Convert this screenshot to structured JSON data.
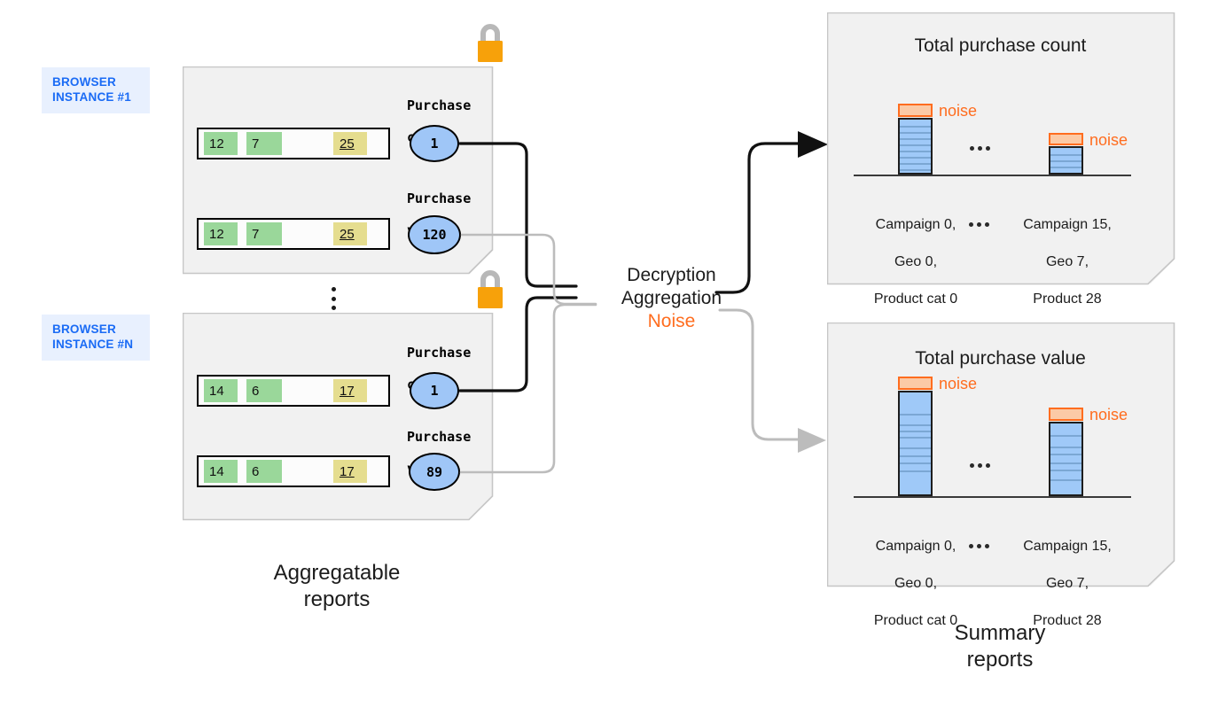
{
  "diagram": {
    "title_hidden": "",
    "left_caption": "Aggregatable\nreports",
    "right_caption": "Summary\nreports",
    "process": {
      "line1": "Decryption",
      "line2": "Aggregation",
      "line3": "Noise",
      "noise_color": "#ff6d1f"
    },
    "ellipsis": "⋮"
  },
  "browser_instances": [
    {
      "badge": "BROWSER\nINSTANCE #1",
      "badge_line1": "BROWSER",
      "badge_line2": "INSTANCE #1",
      "lock": "lock-icon",
      "reports": [
        {
          "metric_label_line1": "Purchase",
          "metric_label_line2": "count",
          "metric_label": "Purchase\ncount",
          "chips": [
            "12",
            "7",
            "25"
          ],
          "value": "1"
        },
        {
          "metric_label_line1": "Purchase",
          "metric_label_line2": "value",
          "metric_label": "Purchase\nvalue",
          "chips": [
            "12",
            "7",
            "25"
          ],
          "value": "120"
        }
      ]
    },
    {
      "badge": "BROWSER\nINSTANCE #N",
      "badge_line1": "BROWSER",
      "badge_line2": "INSTANCE #N",
      "lock": "lock-icon",
      "reports": [
        {
          "metric_label_line1": "Purchase",
          "metric_label_line2": "count",
          "metric_label": "Purchase\ncount",
          "chips": [
            "14",
            "6",
            "17"
          ],
          "value": "1"
        },
        {
          "metric_label_line1": "Purchase",
          "metric_label_line2": "value",
          "metric_label": "Purchase\nvalue",
          "chips": [
            "14",
            "6",
            "17"
          ],
          "value": "89"
        }
      ]
    }
  ],
  "colors": {
    "panel_bg": "#f1f1f1",
    "panel_border": "#cfcfcf",
    "chip_green": "#9ad79a",
    "chip_yellow": "#e5dd8f",
    "bubble_blue": "#9fc6f7",
    "bar_blue": "#9fc9f8",
    "noise_orange": "#ff6d1f",
    "noise_fill": "#fbcaa6",
    "lock_body": "#f7a10a",
    "lock_shackle": "#b8b8b8",
    "badge_bg": "#e8f0fe",
    "badge_text": "#1a6bf5"
  },
  "chart_data": [
    {
      "type": "bar",
      "title": "Total purchase count",
      "categories": [
        "Campaign 0,\nGeo 0,\nProduct cat 0",
        "Campaign 15,\nGeo 7,\nProduct 28"
      ],
      "category_lines": [
        [
          "Campaign 0,",
          "Geo 0,",
          "Product cat 0"
        ],
        [
          "Campaign 15,",
          "Geo 7,",
          "Product 28"
        ]
      ],
      "values": [
        10,
        6
      ],
      "noise": [
        1,
        1
      ],
      "segments": [
        10,
        6
      ],
      "noise_label": "noise",
      "ellipsis": "...",
      "xlabel": "",
      "ylabel": "",
      "ylim": [
        0,
        12
      ],
      "grid": false,
      "legend": "none"
    },
    {
      "type": "bar",
      "title": "Total purchase value",
      "categories": [
        "Campaign 0,\nGeo 0,\nProduct cat 0",
        "Campaign 15,\nGeo 7,\nProduct 28"
      ],
      "category_lines": [
        [
          "Campaign 0,",
          "Geo 0,",
          "Product cat 0"
        ],
        [
          "Campaign 15,",
          "Geo 7,",
          "Product 28"
        ]
      ],
      "values": [
        11,
        8
      ],
      "noise": [
        1,
        1
      ],
      "segment_fractions_bar1": [
        0.2,
        0.1,
        0.06,
        0.06,
        0.1,
        0.08,
        0.07,
        0.08,
        0.25
      ],
      "segment_fractions_bar2": [
        0.1,
        0.18,
        0.08,
        0.07,
        0.12,
        0.1,
        0.35
      ],
      "noise_label": "noise",
      "ellipsis": "...",
      "xlabel": "",
      "ylabel": "",
      "ylim": [
        0,
        13
      ],
      "grid": false,
      "legend": "none"
    }
  ]
}
